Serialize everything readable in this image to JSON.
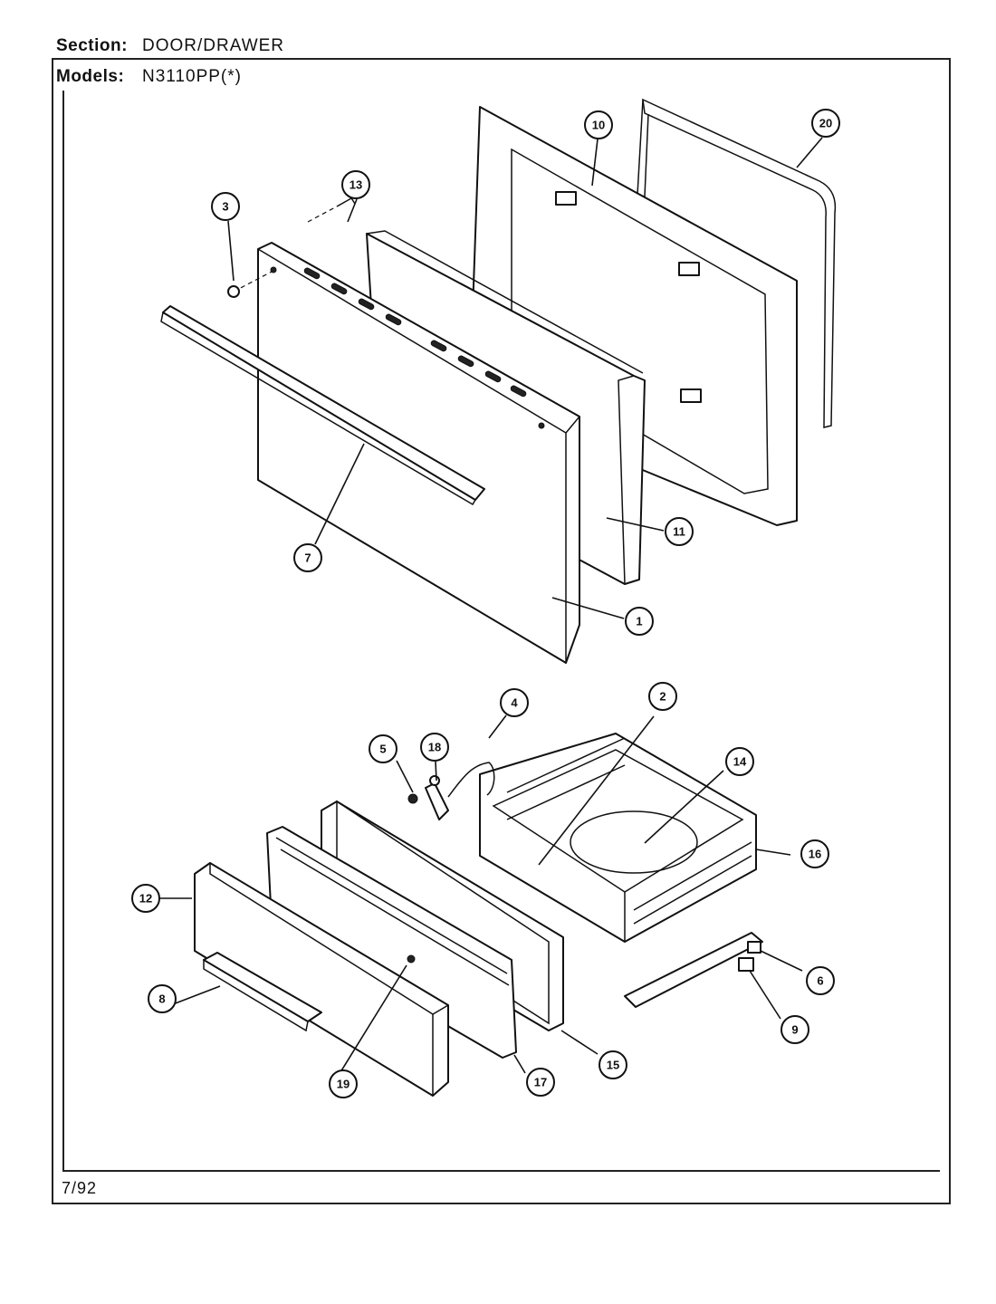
{
  "header": {
    "section_label": "Section:",
    "section_value": "DOOR/DRAWER",
    "models_label": "Models:",
    "models_value": "N3110PP(*)"
  },
  "footer": {
    "date": "7/92"
  },
  "callouts": [
    {
      "id": "c1",
      "label": "1"
    },
    {
      "id": "c2",
      "label": "2"
    },
    {
      "id": "c3",
      "label": "3"
    },
    {
      "id": "c4",
      "label": "4"
    },
    {
      "id": "c5",
      "label": "5"
    },
    {
      "id": "c6",
      "label": "6"
    },
    {
      "id": "c7",
      "label": "7"
    },
    {
      "id": "c8",
      "label": "8"
    },
    {
      "id": "c9",
      "label": "9"
    },
    {
      "id": "c10",
      "label": "10"
    },
    {
      "id": "c11",
      "label": "11"
    },
    {
      "id": "c12",
      "label": "12"
    },
    {
      "id": "c13",
      "label": "13"
    },
    {
      "id": "c14",
      "label": "14"
    },
    {
      "id": "c15",
      "label": "15"
    },
    {
      "id": "c16",
      "label": "16"
    },
    {
      "id": "c17",
      "label": "17"
    },
    {
      "id": "c18",
      "label": "18"
    },
    {
      "id": "c19",
      "label": "19"
    },
    {
      "id": "c20",
      "label": "20"
    }
  ]
}
